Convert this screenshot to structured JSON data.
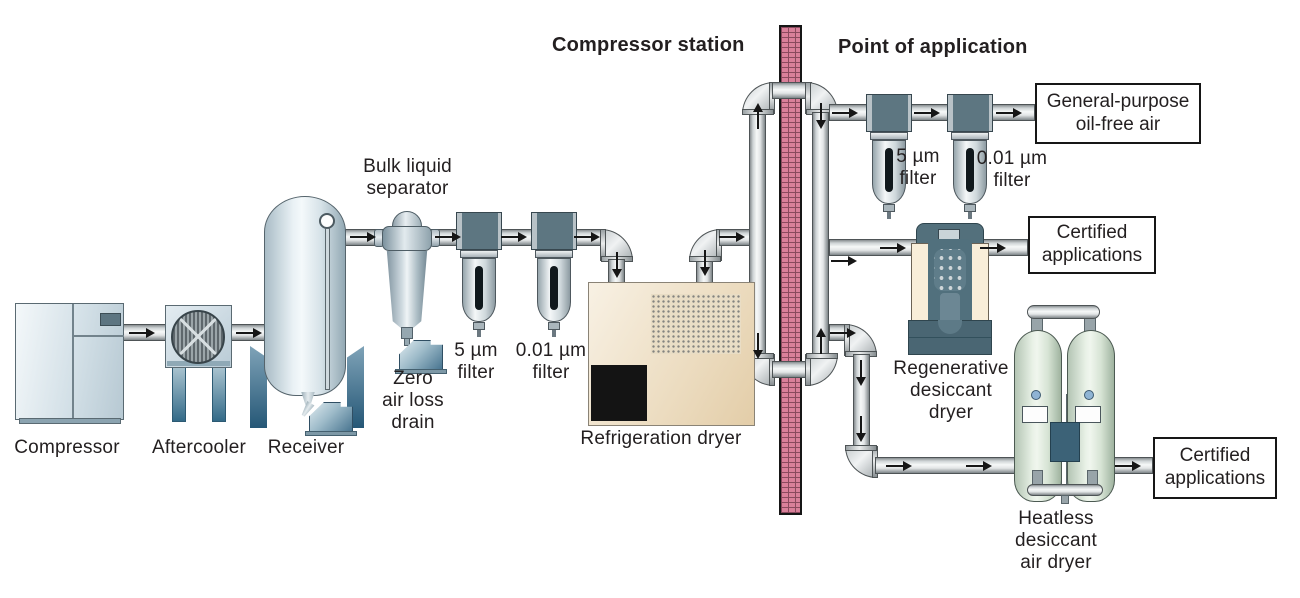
{
  "headers": {
    "left": "Compressor station",
    "right": "Point of application"
  },
  "components": {
    "compressor": {
      "label": "Compressor"
    },
    "aftercooler": {
      "label": "Aftercooler"
    },
    "receiver": {
      "label": "Receiver"
    },
    "bulk_liquid_separator": {
      "label": "Bulk liquid\nseparator"
    },
    "zero_air_loss_drain": {
      "label": "Zero\nair loss\ndrain"
    },
    "station_filter_5um": {
      "label": "5 µm\nfilter"
    },
    "station_filter_001um": {
      "label": "0.01 µm\nfilter"
    },
    "refrigeration_dryer": {
      "label": "Refrigeration dryer"
    },
    "poa_filter_5um": {
      "label": "5 µm\nfilter"
    },
    "poa_filter_001um": {
      "label": "0.01 µm\nfilter"
    },
    "regenerative_desiccant_dryer": {
      "label": "Regenerative\ndesiccant\ndryer"
    },
    "heatless_desiccant_air_dryer": {
      "label": "Heatless\ndesiccant\nair dryer"
    }
  },
  "outputs": {
    "general_purpose": {
      "label": "General-purpose\noil-free air"
    },
    "certified_top": {
      "label": "Certified\napplications"
    },
    "certified_bottom": {
      "label": "Certified\napplications"
    }
  },
  "colors": {
    "background": "#ffffff",
    "text": "#231f20",
    "wall_brick": "#d9809a",
    "wall_mortar": "#8a4a5e",
    "pipe_light": "#f6f8f8",
    "pipe_dark": "#7e8588",
    "steel_blue": "#336a88",
    "device_blue": "#cddbe3",
    "filter_slate": "#5d7681",
    "dryer_beige": "#ecdcc0",
    "dryer_black": "#141414",
    "regen_slate": "#4a6673",
    "regen_cream": "#f9eed9",
    "tank_green": "#d6e3d4",
    "arrow": "#161616"
  }
}
